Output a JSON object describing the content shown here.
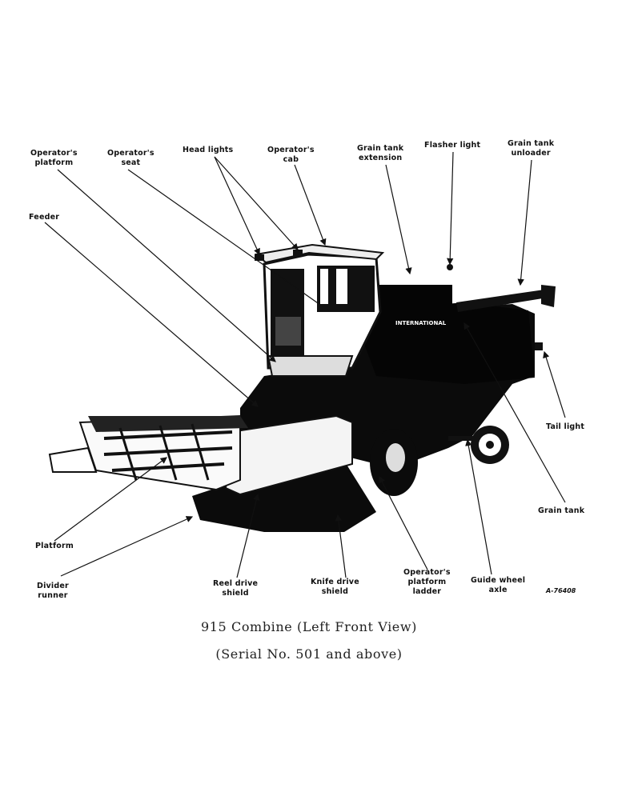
{
  "labels": {
    "operators_platform": "Operator's\nplatform",
    "operators_seat": "Operator's\nseat",
    "head_lights": "Head lights",
    "operators_cab": "Operator's\ncab",
    "grain_tank_extension": "Grain tank\nextension",
    "flasher_light": "Flasher light",
    "grain_tank_unloader": "Grain tank\nunloader",
    "feeder": "Feeder",
    "tail_light": "Tail light",
    "grain_tank": "Grain tank",
    "platform": "Platform",
    "divider_runner": "Divider\nrunner",
    "reel_drive_shield": "Reel drive\nshield",
    "knife_drive_shield": "Knife drive\nshield",
    "operators_platform_ladder": "Operator's\nplatform\nladder",
    "guide_wheel_axle": "Guide wheel\naxle"
  },
  "machine_brand": "INTERNATIONAL",
  "figure_ref": "A-76408",
  "caption": {
    "title": "915 Combine (Left Front View)",
    "subtitle": "(Serial No. 501 and above)"
  }
}
